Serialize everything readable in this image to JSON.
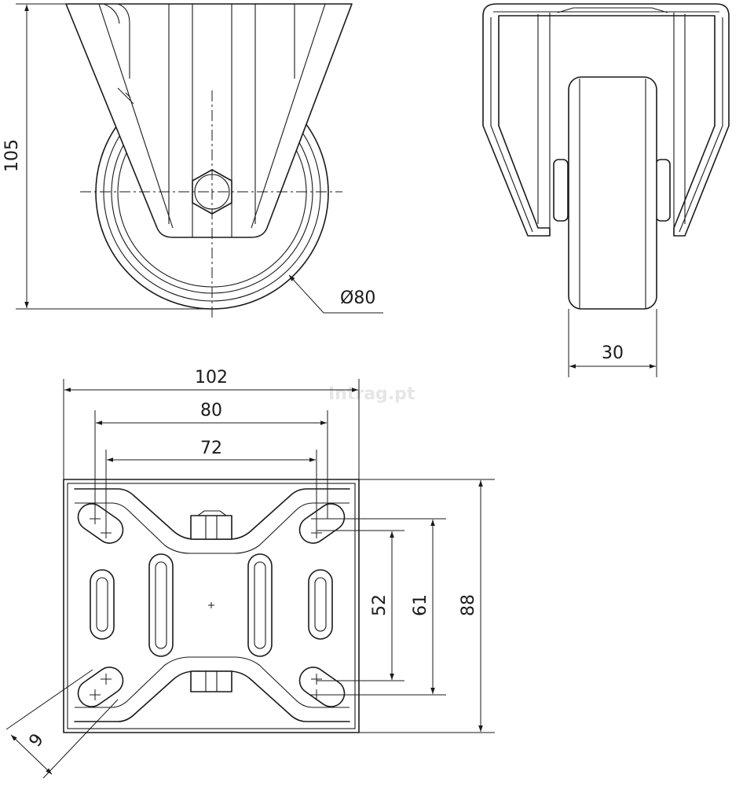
{
  "watermark": "Intrag.pt",
  "front_view": {
    "height_label": "105",
    "wheel_diameter_label": "Ø80"
  },
  "side_view": {
    "wheel_width_label": "30"
  },
  "top_view": {
    "plate_width_label": "102",
    "hole_outer_spacing_label": "80",
    "hole_inner_spacing_label": "72",
    "hole_short_spacing_label": "52",
    "hole_long_spacing_label": "61",
    "plate_depth_label": "88",
    "slot_width_label": "9"
  }
}
